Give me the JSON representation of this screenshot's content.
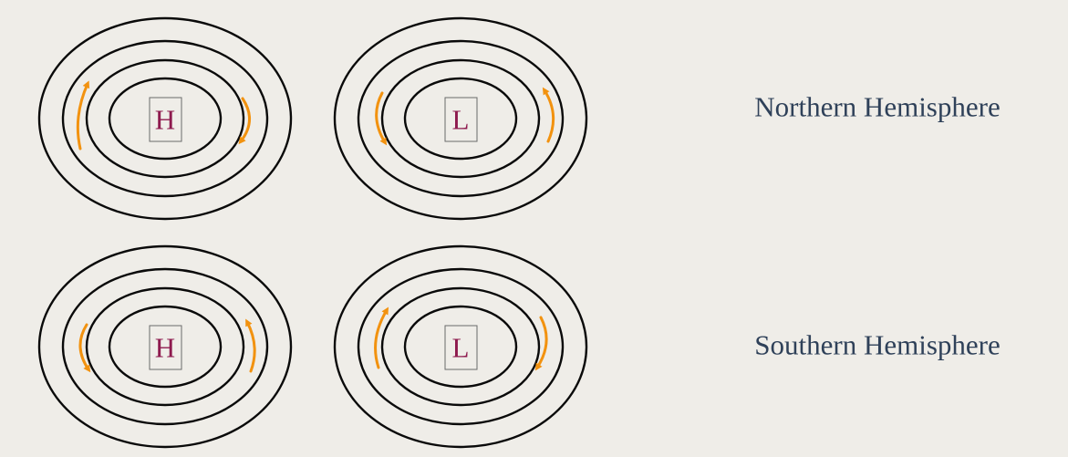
{
  "rows": [
    {
      "id": "northern",
      "label": "Northern Hemisphere",
      "systems": [
        {
          "letter": "H",
          "rotation": "clockwise"
        },
        {
          "letter": "L",
          "rotation": "counterclockwise"
        }
      ]
    },
    {
      "id": "southern",
      "label": "Southern Hemisphere",
      "systems": [
        {
          "letter": "H",
          "rotation": "counterclockwise"
        },
        {
          "letter": "L",
          "rotation": "clockwise"
        }
      ]
    }
  ],
  "colors": {
    "background": "#efede8",
    "isobar": "#0a0a0a",
    "arrow": "#f2920f",
    "letter": "#8e1a4e",
    "label": "#2f4159"
  }
}
